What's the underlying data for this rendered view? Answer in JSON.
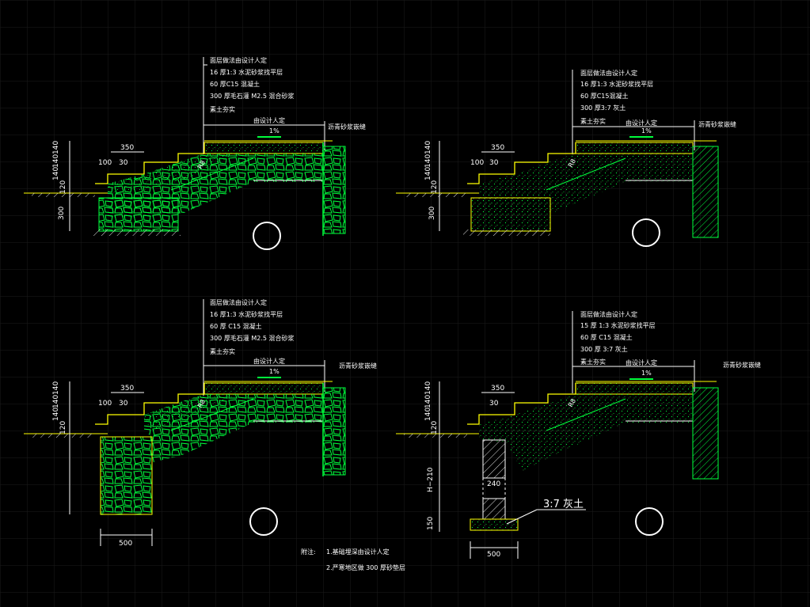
{
  "details": [
    {
      "id": "d1",
      "layers": [
        "面层做法由设计人定",
        "16 厚1:3 水泥砂浆找平层",
        "60 厚C15 混凝土",
        "300 厚毛石灌 M2.5 混合砂浆",
        "素土夯实"
      ],
      "span_label": "由设计人定",
      "slope": "1%",
      "joint_label": "沥青砂浆嵌缝",
      "dims": {
        "w350": "350",
        "w100": "100",
        "w30": "30",
        "h140a": "140",
        "h140b": "140",
        "h140c": "140",
        "h120": "120",
        "h300": "300",
        "r": "R8"
      }
    },
    {
      "id": "d2",
      "layers": [
        "面层做法由设计人定",
        "16 厚1:3 水泥砂浆找平层",
        "60 厚C15混凝土",
        "300 厚3:7 灰土",
        "素土夯实"
      ],
      "span_label": "由设计人定",
      "slope": "1%",
      "joint_label": "沥青砂浆嵌缝",
      "dims": {
        "w350": "350",
        "w100": "100",
        "w30": "30",
        "h140a": "140",
        "h140b": "140",
        "h140c": "140",
        "h120": "120",
        "h300": "300",
        "r": "R8"
      }
    },
    {
      "id": "d3",
      "layers": [
        "面层做法由设计人定",
        "16 厚1:3 水泥砂浆找平层",
        "60 厚 C15 混凝土",
        "300 厚毛石灌 M2.5 混合砂浆",
        "素土夯实"
      ],
      "span_label": "由设计人定",
      "slope": "1%",
      "joint_label": "沥青砂浆嵌缝",
      "dims": {
        "w350": "350",
        "w100": "100",
        "w30": "30",
        "h140a": "140",
        "h140b": "140",
        "h140c": "140",
        "h120": "120",
        "w500": "500",
        "r": "R8"
      }
    },
    {
      "id": "d4",
      "layers": [
        "面层做法由设计人定",
        "15 厚 1:3 水泥砂浆找平层",
        "60 厚 C15 混凝土",
        "300 厚 3:7 灰土",
        "素土夯实"
      ],
      "span_label": "由设计人定",
      "slope": "1%",
      "joint_label": "沥青砂浆嵌缝",
      "dims": {
        "w350": "350",
        "w30": "30",
        "h140a": "140",
        "h140b": "140",
        "h140c": "140",
        "h120": "120",
        "hH": "H−210",
        "h150": "150",
        "w240": "240",
        "w500": "500",
        "r": "R8"
      }
    }
  ],
  "callout_37": "3:7 灰土",
  "notes": {
    "heading": "附注:",
    "items": [
      "1.基础埋深由设计人定",
      "2.严寒地区做 300 厚砂垫层"
    ]
  },
  "colors": {
    "green": "#00ff3c",
    "yellow": "#ffff00",
    "white": "#ffffff",
    "gray": "#bdbdbd",
    "grid": "#1b1b1b"
  }
}
